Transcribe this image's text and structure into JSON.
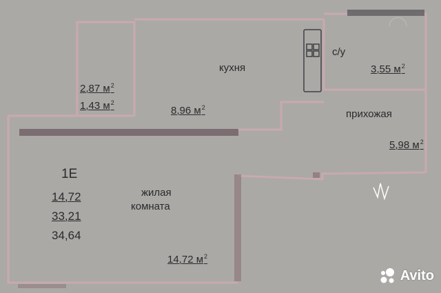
{
  "colors": {
    "background": "#aaa9a6",
    "wall_outline": "#c9a9b0",
    "wall_fill": "#b8a3a8",
    "wall_dark": "#6b5a5f",
    "text": "#2a2a2c"
  },
  "unit": {
    "label": "1E",
    "stats": [
      "14,72",
      "33,21",
      "34,64"
    ]
  },
  "rooms": {
    "balcony": {
      "area_1": "2,87 м",
      "area_2": "1,43 м"
    },
    "kitchen": {
      "name": "кухня",
      "area": "8,96 м"
    },
    "bathroom": {
      "name": "с/у",
      "area": "3,55 м"
    },
    "hallway": {
      "name": "прихожая",
      "area": "5,98 м"
    },
    "living": {
      "name_line1": "жилая",
      "name_line2": "комната",
      "area": "14,72 м"
    }
  },
  "area_superscript": "2",
  "watermark": {
    "text": "Avito",
    "icon": "avito-dots-icon"
  }
}
